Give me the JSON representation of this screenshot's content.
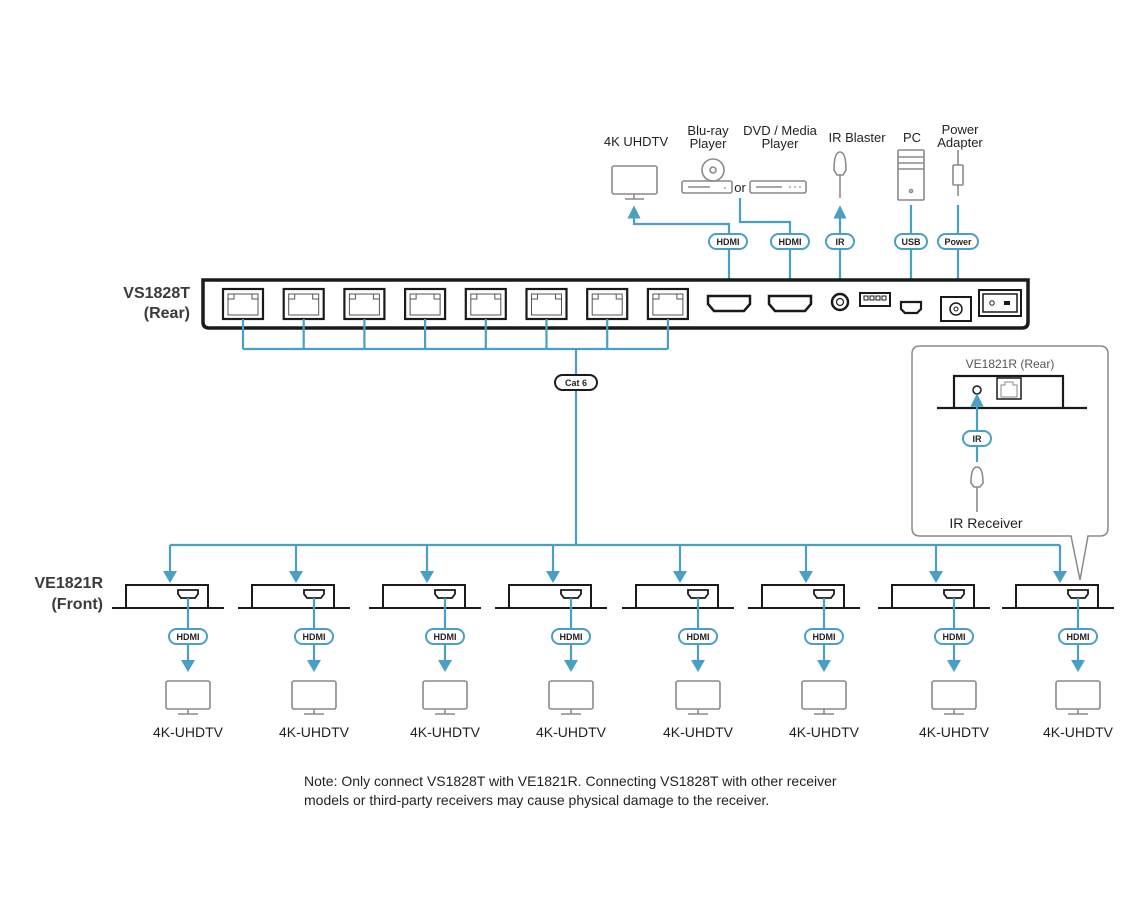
{
  "colors": {
    "cable": "#4a9fc5",
    "device_outline": "#1a1a1a",
    "peripheral_outline": "#8a8a8a",
    "text": "#231f20"
  },
  "transmitter": {
    "name": "VS1828T",
    "view": "(Rear)",
    "rj45_ports": 8,
    "bus_cable_label": "Cat 6"
  },
  "sources": [
    {
      "id": "tv",
      "label_lines": [
        "4K UHDTV"
      ],
      "icon": "monitor-icon",
      "cable": "HDMI",
      "direction": "out"
    },
    {
      "id": "bluray",
      "label_lines": [
        "Blu-ray",
        "Player"
      ],
      "icon": "blu-ray-player-icon",
      "cable": "HDMI",
      "direction": "in"
    },
    {
      "id": "dvd",
      "label_lines": [
        "DVD / Media",
        "Player"
      ],
      "icon": "media-player-icon",
      "cable": "HDMI",
      "direction": "in"
    },
    {
      "id": "ir",
      "label_lines": [
        "IR Blaster"
      ],
      "icon": "ir-blaster-icon",
      "cable": "IR",
      "direction": "out"
    },
    {
      "id": "pc",
      "label_lines": [
        "PC"
      ],
      "icon": "pc-tower-icon",
      "cable": "USB",
      "direction": "in"
    },
    {
      "id": "power",
      "label_lines": [
        "Power",
        "Adapter"
      ],
      "icon": "power-adapter-icon",
      "cable": "Power",
      "direction": "in"
    }
  ],
  "or_text": "or",
  "receiver_inset": {
    "title": "VE1821R (Rear)",
    "cable": "IR",
    "device_label": "IR Receiver"
  },
  "receivers": {
    "name": "VE1821R",
    "view": "(Front)",
    "units": [
      {
        "cable": "HDMI",
        "display": "4K-UHDTV"
      },
      {
        "cable": "HDMI",
        "display": "4K-UHDTV"
      },
      {
        "cable": "HDMI",
        "display": "4K-UHDTV"
      },
      {
        "cable": "HDMI",
        "display": "4K-UHDTV"
      },
      {
        "cable": "HDMI",
        "display": "4K-UHDTV"
      },
      {
        "cable": "HDMI",
        "display": "4K-UHDTV"
      },
      {
        "cable": "HDMI",
        "display": "4K-UHDTV"
      },
      {
        "cable": "HDMI",
        "display": "4K-UHDTV"
      }
    ]
  },
  "note": {
    "lines": [
      "Note: Only connect VS1828T with VE1821R. Connecting VS1828T with other receiver",
      "models or third-party receivers may cause physical damage to the receiver."
    ]
  }
}
